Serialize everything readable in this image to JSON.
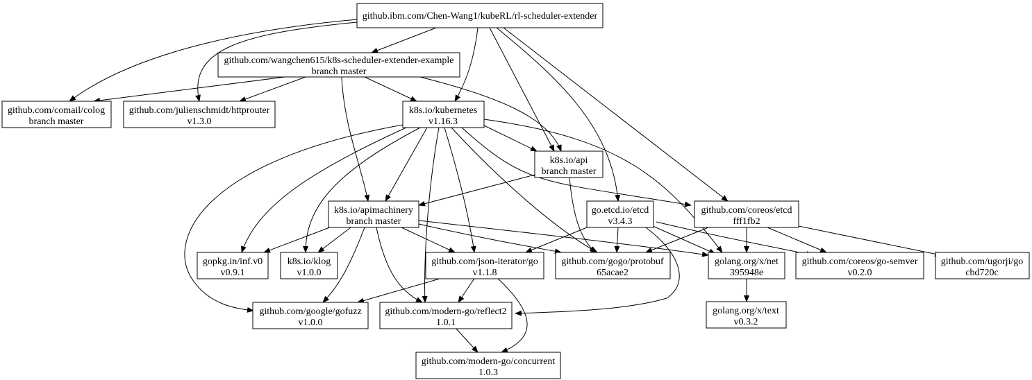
{
  "nodes": {
    "root": {
      "line1": "github.ibm.com/Chen-Wang1/kubeRL/rl-scheduler-extender",
      "line2": ""
    },
    "example": {
      "line1": "github.com/wangchen615/k8s-scheduler-extender-example",
      "line2": "branch master"
    },
    "colog": {
      "line1": "github.com/comail/colog",
      "line2": "branch master"
    },
    "httprouter": {
      "line1": "github.com/julienschmidt/httprouter",
      "line2": "v1.3.0"
    },
    "kubernetes": {
      "line1": "k8s.io/kubernetes",
      "line2": "v1.16.3"
    },
    "api": {
      "line1": "k8s.io/api",
      "line2": "branch master"
    },
    "apimachinery": {
      "line1": "k8s.io/apimachinery",
      "line2": "branch master"
    },
    "etcd": {
      "line1": "go.etcd.io/etcd",
      "line2": "v3.4.3"
    },
    "coreos_etcd": {
      "line1": "github.com/coreos/etcd",
      "line2": "fff1fb2"
    },
    "inf": {
      "line1": "gopkg.in/inf.v0",
      "line2": "v0.9.1"
    },
    "klog": {
      "line1": "k8s.io/klog",
      "line2": "v1.0.0"
    },
    "jsoniter": {
      "line1": "github.com/json-iterator/go",
      "line2": "v1.1.8"
    },
    "protobuf": {
      "line1": "github.com/gogo/protobuf",
      "line2": "65acae2"
    },
    "xnet": {
      "line1": "golang.org/x/net",
      "line2": "395948e"
    },
    "semver": {
      "line1": "github.com/coreos/go-semver",
      "line2": "v0.2.0"
    },
    "ugorji": {
      "line1": "github.com/ugorji/go",
      "line2": "cbd720c"
    },
    "gofuzz": {
      "line1": "github.com/google/gofuzz",
      "line2": "v1.0.0"
    },
    "reflect2": {
      "line1": "github.com/modern-go/reflect2",
      "line2": "1.0.1"
    },
    "xtext": {
      "line1": "golang.org/x/text",
      "line2": "v0.3.2"
    },
    "concurrent": {
      "line1": "github.com/modern-go/concurrent",
      "line2": "1.0.3"
    }
  }
}
